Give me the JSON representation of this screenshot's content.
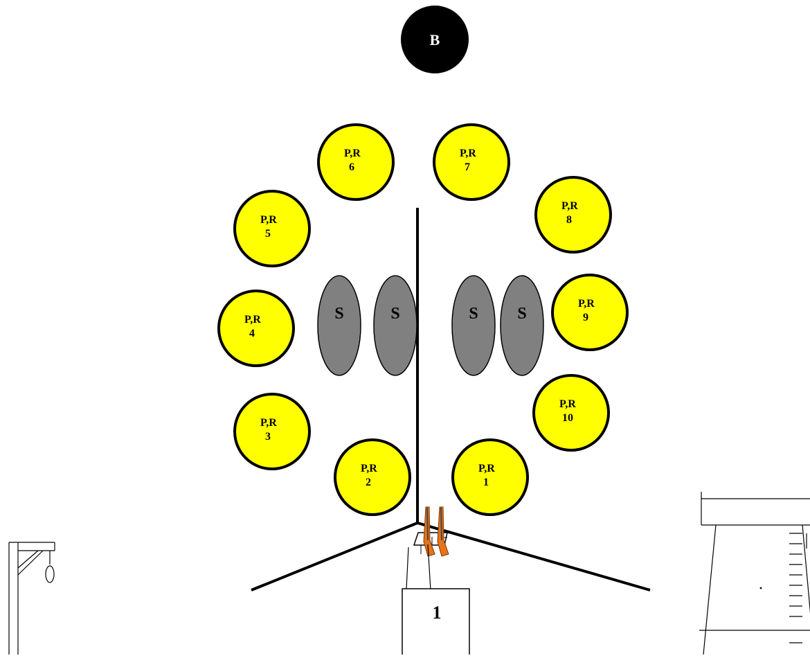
{
  "banker": {
    "label": "B",
    "color": "#000000",
    "text_color": "#ffffff"
  },
  "player_seats": [
    {
      "label": "P,R",
      "number": "1"
    },
    {
      "label": "P,R",
      "number": "2"
    },
    {
      "label": "P,R",
      "number": "3"
    },
    {
      "label": "P,R",
      "number": "4"
    },
    {
      "label": "P,R",
      "number": "5"
    },
    {
      "label": "P,R",
      "number": "6"
    },
    {
      "label": "P,R",
      "number": "7"
    },
    {
      "label": "P,R",
      "number": "8"
    },
    {
      "label": "P,R",
      "number": "9"
    },
    {
      "label": "P,R",
      "number": "10"
    }
  ],
  "spectator_seats": [
    "S",
    "S",
    "S",
    "S"
  ],
  "entrance_box": {
    "label": "1"
  },
  "colors": {
    "player_fill": "#ffff00",
    "spectator_fill": "#808080",
    "rifle": "#e8731a",
    "line": "#000000"
  },
  "icons": [
    "gallows-icon",
    "rifles-icon",
    "tower-icon"
  ]
}
